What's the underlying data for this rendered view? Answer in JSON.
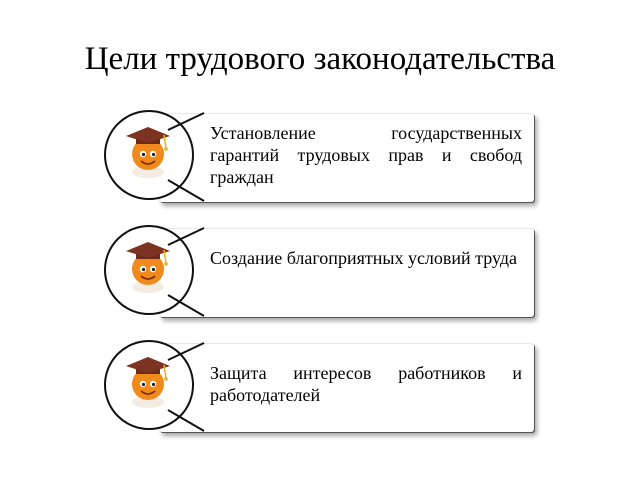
{
  "slide": {
    "title": "Цели трудового законодательства"
  },
  "goals": [
    {
      "text": "Установление государственных гарантий трудовых прав и свобод граждан"
    },
    {
      "text": "Создание благоприятных условий труда"
    },
    {
      "text": "Защита интересов работников и работодателей"
    }
  ],
  "icons": {
    "mascot": "graduate-smiley-icon"
  },
  "colors": {
    "background": "#ffffff",
    "text": "#000000",
    "circle_stroke": "#111111",
    "mascot_face": "#f08a1c",
    "mascot_cap": "#6b2a1a",
    "mascot_tassel": "#e8b020"
  }
}
